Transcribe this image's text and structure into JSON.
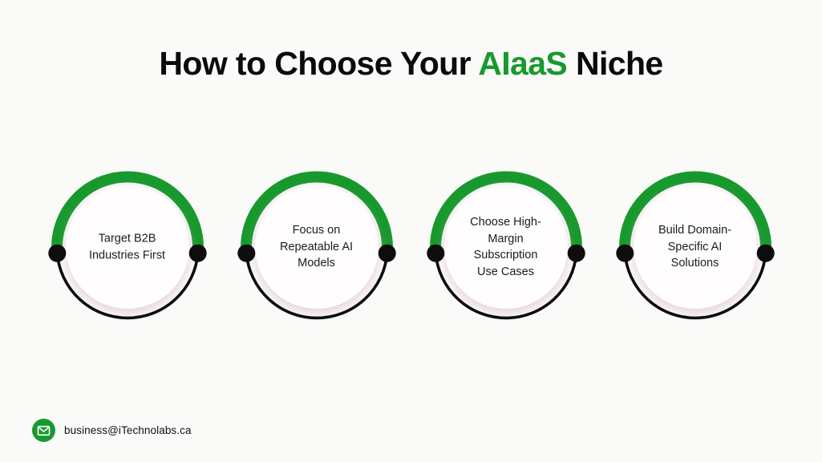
{
  "title": {
    "prefix": "How to Choose Your ",
    "highlight": "AIaaS",
    "suffix": " Niche"
  },
  "steps": [
    {
      "label": "Target B2B\nIndustries First"
    },
    {
      "label": "Focus on\nRepeatable AI\nModels"
    },
    {
      "label": "Choose High-\nMargin\nSubscription\nUse Cases"
    },
    {
      "label": "Build Domain-\nSpecific AI\nSolutions"
    }
  ],
  "footer": {
    "email": "business@iTechnolabs.ca",
    "icon": "envelope-icon"
  },
  "colors": {
    "accent_green": "#18992E",
    "ink": "#0D0D0D",
    "background": "#FAFAF9",
    "circle_fill": "#FFFDFE"
  }
}
